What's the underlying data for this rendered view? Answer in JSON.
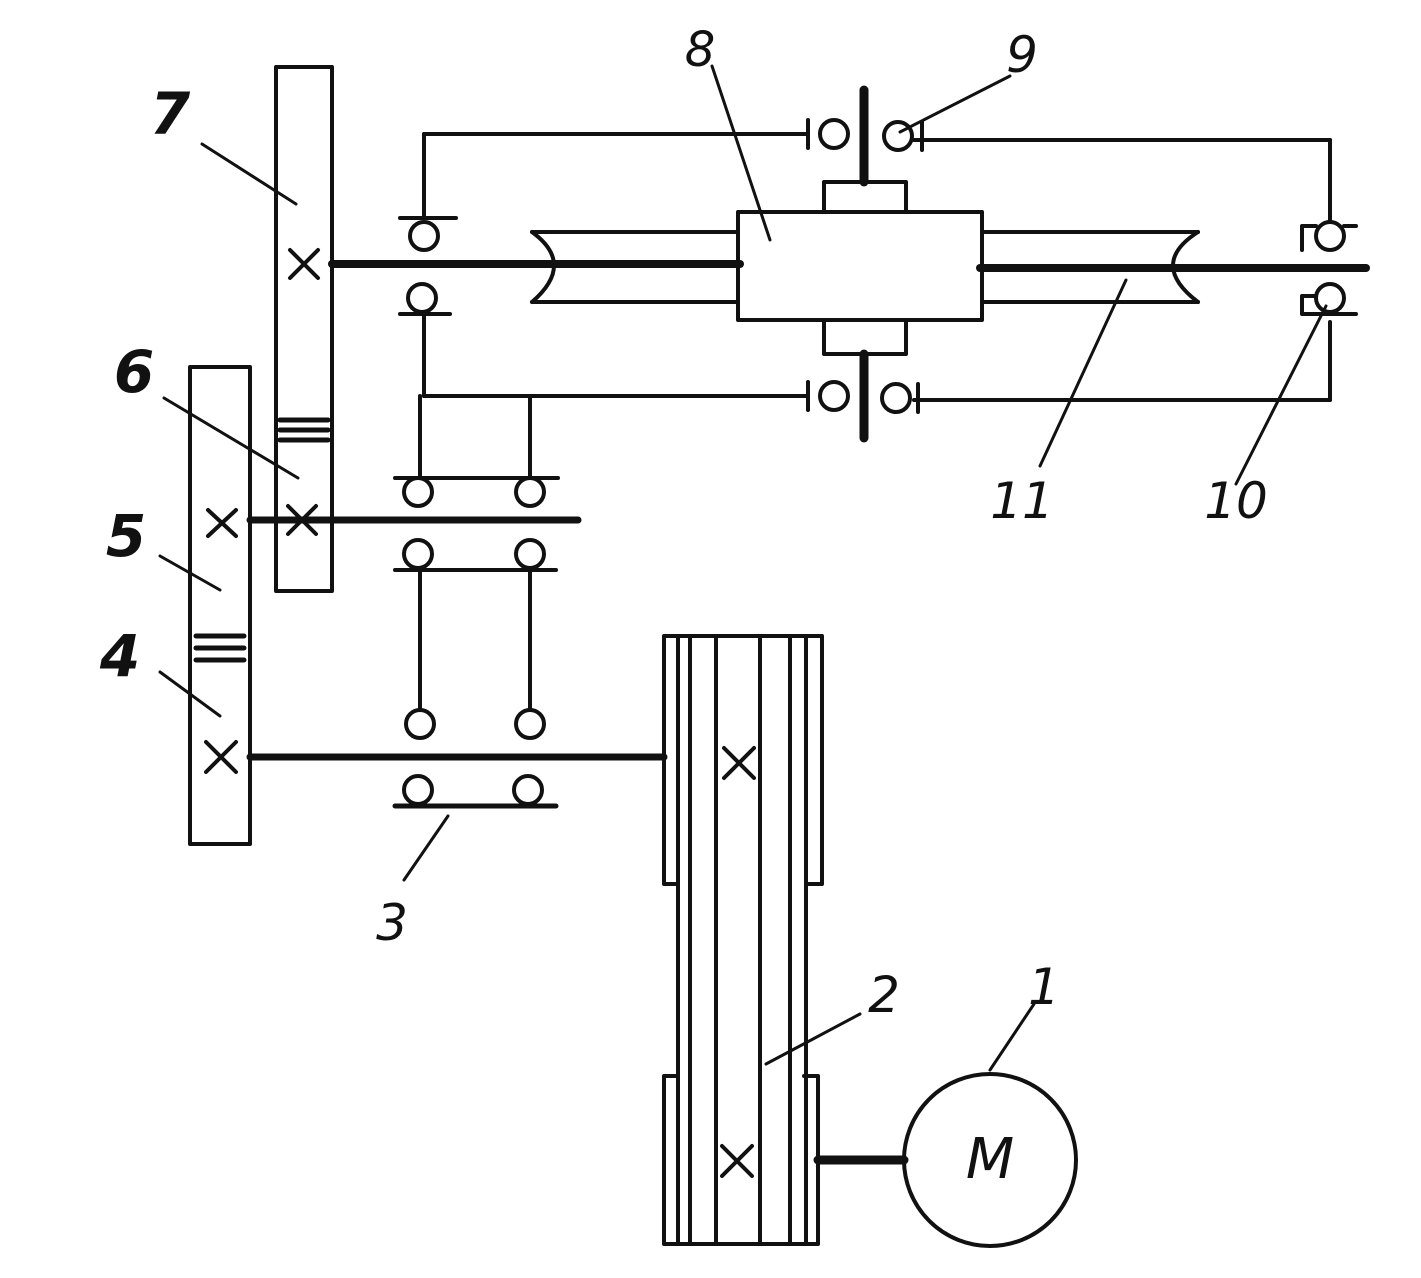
{
  "labels": {
    "motor": "1",
    "belt_drive": "2",
    "bearings": "3",
    "gear_4": "4",
    "gear_5": "5",
    "gear_6": "6",
    "gear_7": "7",
    "differential": "8",
    "bearing_9": "9",
    "bearing_10": "10",
    "shaft_11": "11"
  },
  "motor_symbol": "M",
  "colors": {
    "ink": "#111111",
    "paper": "#ffffff"
  }
}
